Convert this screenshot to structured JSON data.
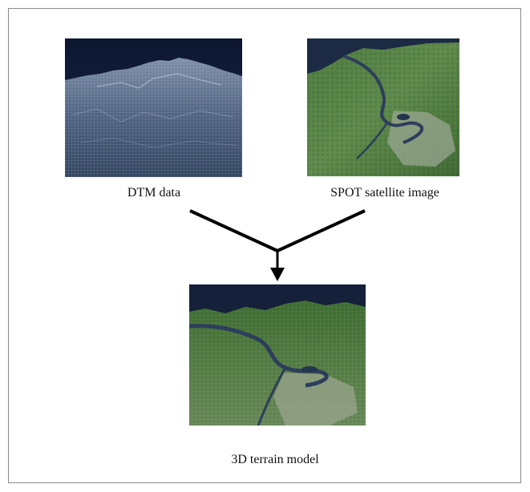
{
  "diagram": {
    "inputs": [
      {
        "label": "DTM data"
      },
      {
        "label": "SPOT satellite image"
      }
    ],
    "output": {
      "label": "3D terrain model"
    }
  }
}
